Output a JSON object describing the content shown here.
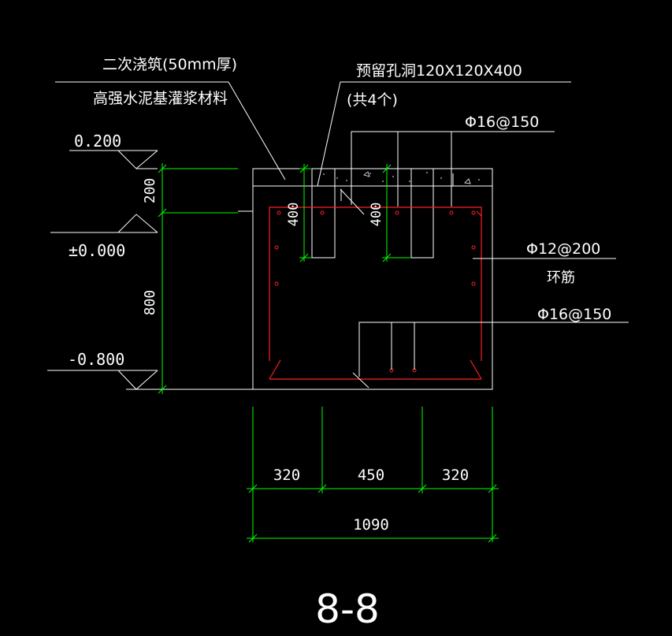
{
  "colors": {
    "background": "#000000",
    "outline": "#ffffff",
    "dimension": "#00ff00",
    "rebar": "#ff2020"
  },
  "elevations": {
    "top": "0.200",
    "ground": "±0.000",
    "bottom": "-0.800"
  },
  "notes": {
    "grout_line1": "二次浇筑(50mm厚)",
    "grout_line2": "高强水泥基灌浆材料",
    "hole_line1": "预留孔洞120X120X400",
    "hole_line2": "(共4个)",
    "rebar_top": "Φ16@150",
    "rebar_stirrup": "Φ12@200",
    "rebar_stirrup_sub": "环筋",
    "rebar_bottom": "Φ16@150"
  },
  "dimensions": {
    "vertical_200": "200",
    "vertical_800": "800",
    "hole_depth_left": "400",
    "hole_depth_right": "400",
    "bottom_left": "320",
    "bottom_middle": "450",
    "bottom_right": "320",
    "bottom_total": "1090"
  },
  "section_label": "8-8"
}
